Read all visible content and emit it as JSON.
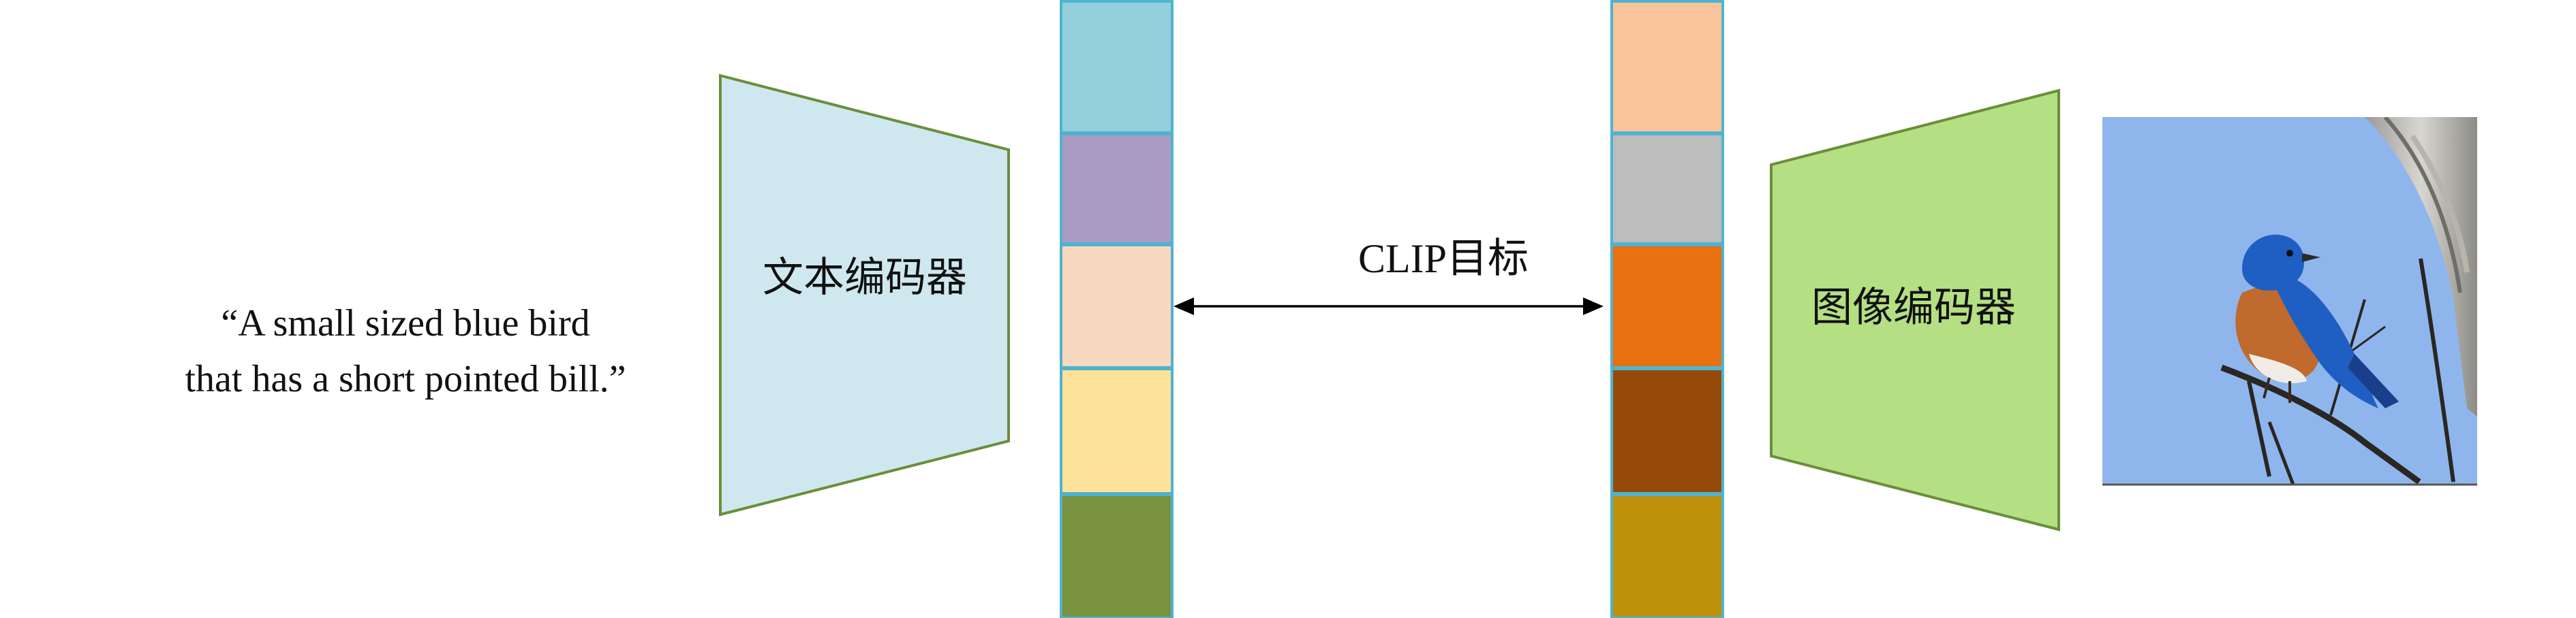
{
  "caption": {
    "line1": "“A small sized blue bird",
    "line2": "that has a short pointed bill.”"
  },
  "text_encoder": {
    "label": "文本编码器",
    "fill": "#cfe8ef",
    "stroke": "#6b8e3a"
  },
  "image_encoder": {
    "label": "图像编码器",
    "fill": "#b5df83",
    "stroke": "#6b8e3a"
  },
  "objective": {
    "label": "CLIP目标"
  },
  "text_embedding": {
    "stroke": "#4fb3cf",
    "cells": [
      "#94cfdc",
      "#a99bc2",
      "#f9d8c0",
      "#fde39a",
      "#78923f"
    ]
  },
  "image_embedding": {
    "stroke": "#4fb3cf",
    "cells": [
      "#f9c39c",
      "#bdbdbd",
      "#e8700f",
      "#964a0a",
      "#bf900a"
    ]
  },
  "image": {
    "sky_color": "#8fb6ec",
    "bird_head_color": "#1f5fc4",
    "bird_breast_color": "#c06a2e"
  }
}
